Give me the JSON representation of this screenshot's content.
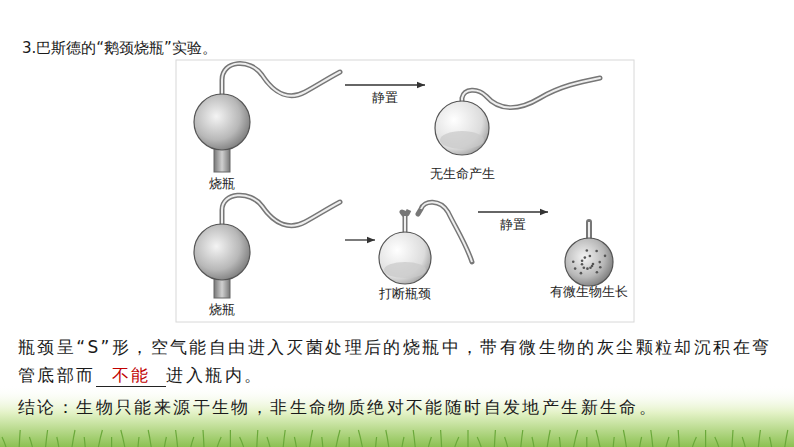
{
  "diagram": {
    "title": "3.巴斯德的“鹅颈烧瓶”实验。",
    "nodes": [
      {
        "text": [
          "烧瓶"
        ]
      },
      {
        "text": [
          "无生命产生"
        ]
      },
      {
        "text": [
          "烧瓶"
        ]
      },
      {
        "text": [
          "打断瓶颈"
        ]
      },
      {
        "text": [
          "有微生物生长"
        ]
      }
    ],
    "edges": [
      {
        "from": 0,
        "to": 1,
        "label": "静置",
        "arrow": "to"
      },
      {
        "from": 2,
        "to": 3,
        "arrow": "to"
      },
      {
        "from": 3,
        "to": 4,
        "label": "静置",
        "arrow": "to"
      }
    ],
    "labels": [
      "瓶颈呈“S”形，空气能自由进入灭菌处理后的烧瓶中，带有微生物的灰尘颗粒却沉积在弯管底部而",
      "不能",
      "进入瓶内。",
      "结论：生物只能来源于生物，非生命物质绝对不能随时自发地产生新生命。"
    ]
  }
}
